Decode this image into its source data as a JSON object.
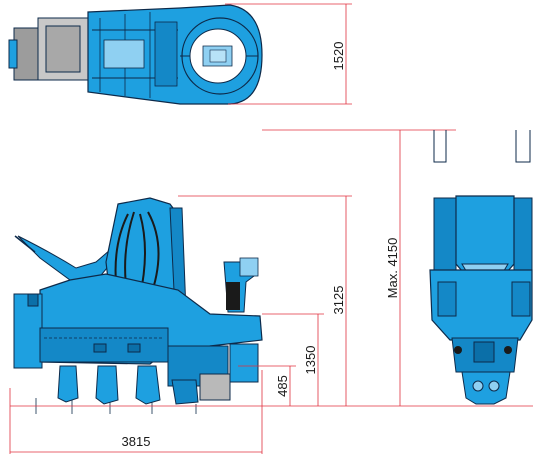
{
  "dimensions": {
    "top_height": "1520",
    "max_height": "Max. 4150",
    "height_3125": "3125",
    "height_1350": "1350",
    "height_485": "485",
    "length": "3815"
  },
  "colors": {
    "machine": "#1ea0e0",
    "machine_light": "#8fd0f2",
    "machine_dark": "#0b6fa8",
    "outline": "#0d2a4a",
    "dimension_line": "#e0313f",
    "dark_part": "#3a3a3a",
    "grey_part": "#b9b9b9"
  }
}
